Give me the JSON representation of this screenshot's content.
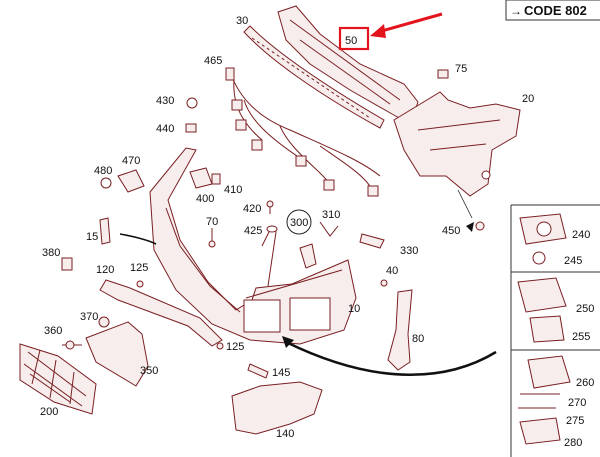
{
  "code_box": {
    "arrow_glyph": "→",
    "text": "CODE 802"
  },
  "highlight": {
    "label": "50",
    "arrow_color": "#e3141d",
    "box_color": "#e3141d"
  },
  "part_color": "#7a1f22",
  "labels": {
    "p30": "30",
    "p465": "465",
    "p75": "75",
    "p20": "20",
    "p430": "430",
    "p440": "440",
    "p480": "480",
    "p470": "470",
    "p400": "400",
    "p410": "410",
    "p420": "420",
    "p425": "425",
    "p300": "300",
    "p310": "310",
    "p70": "70",
    "p15": "15",
    "p330": "330",
    "p450": "450",
    "p380": "380",
    "p120": "120",
    "p125a": "125",
    "p40": "40",
    "p10": "10",
    "p370": "370",
    "p360": "360",
    "p80": "80",
    "p125b": "125",
    "p350": "350",
    "p145": "145",
    "p200": "200",
    "p140": "140",
    "p240": "240",
    "p245": "245",
    "p250": "250",
    "p255": "255",
    "p260": "260",
    "p270": "270",
    "p275": "275",
    "p280": "280"
  }
}
